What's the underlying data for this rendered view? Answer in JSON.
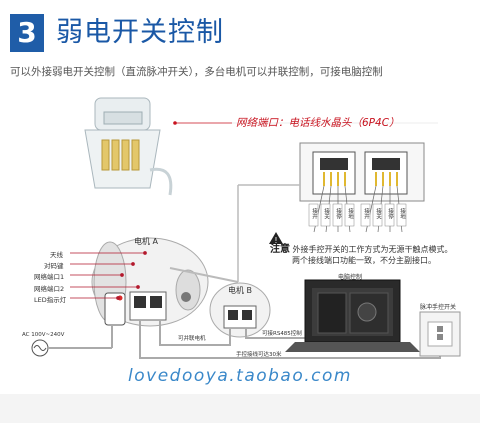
{
  "header": {
    "number": "3",
    "title": "弱电开关控制",
    "subtitle": "可以外接弱电开关控制（直流脉冲开关），多台电机可以并联控制，可接电脑控制"
  },
  "port_label": "网络端口：电话线水晶头（6P4C）",
  "note": {
    "head": "注意",
    "line1": "外接手控开关的工作方式为无源干触点模式。",
    "line2": "两个接线端口功能一致，不分主副接口。"
  },
  "motor_a": {
    "title": "电机 A",
    "labels": [
      "天线",
      "对码键",
      "网络端口1",
      "网络端口2",
      "LED指示灯"
    ],
    "power": "AC 100V~240V"
  },
  "motor_b": {
    "title": "电机 B"
  },
  "wires": {
    "parallel": "可并联电机",
    "rs485": "可接RS485控制",
    "length": "手控接线可达30米"
  },
  "laptop": {
    "label": "电脑控制"
  },
  "switch": {
    "label": "脉冲手控开关"
  },
  "pin_labels": [
    "接开",
    "接关",
    "接停",
    "接地"
  ],
  "watermark": "lovedooya.taobao.com"
}
